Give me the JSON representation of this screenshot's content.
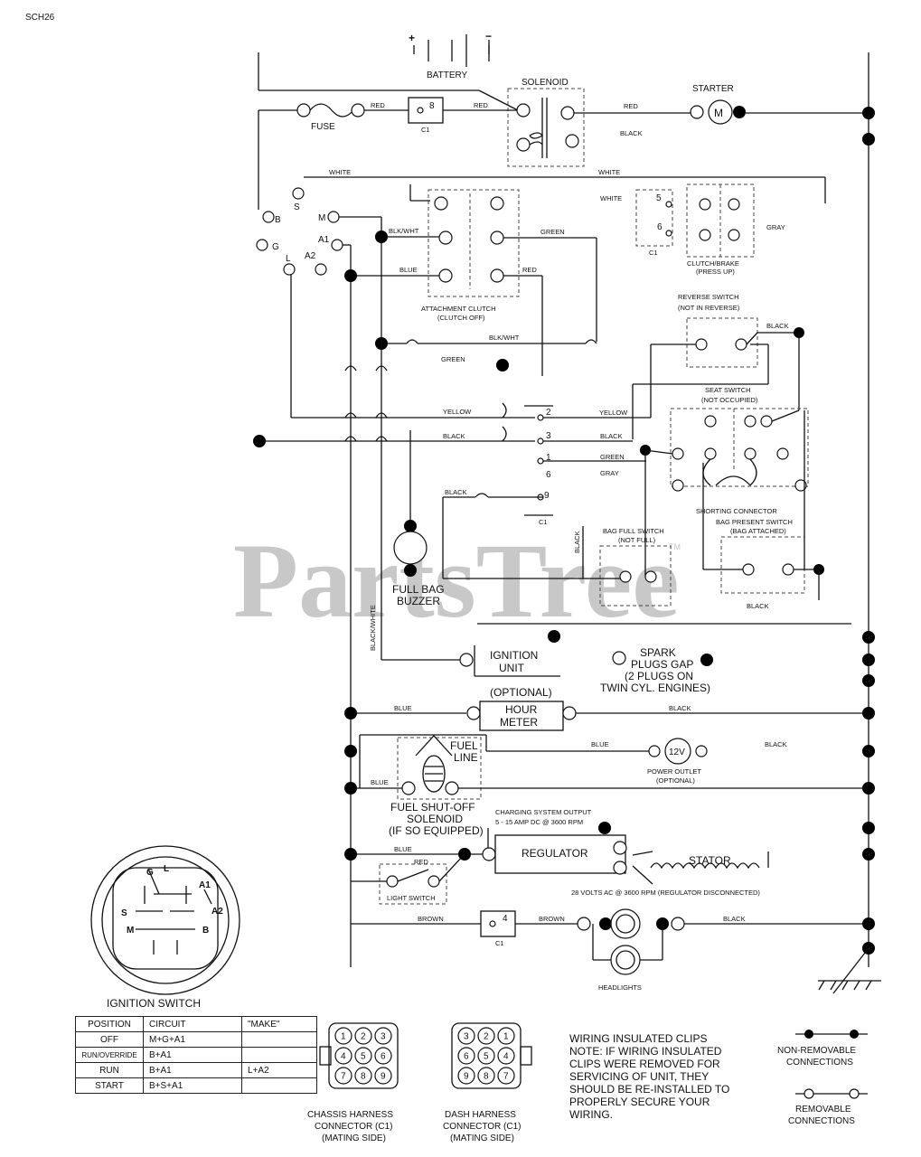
{
  "page_code": "SCH26",
  "watermark": "PartsTree",
  "trademark": "TM",
  "components": {
    "battery": "BATTERY",
    "battery_plus": "+",
    "battery_minus": "−",
    "solenoid": "SOLENOID",
    "starter": "STARTER",
    "starter_m": "M",
    "fuse": "FUSE",
    "clutch_brake": "CLUTCH/BRAKE",
    "clutch_brake_sub": "(PRESS UP)",
    "attachment_clutch": "ATTACHMENT CLUTCH",
    "attachment_clutch_sub": "(CLUTCH OFF)",
    "reverse_switch": "REVERSE SWITCH",
    "reverse_switch_sub": "(NOT IN REVERSE)",
    "seat_switch": "SEAT SWITCH",
    "seat_switch_sub": "(NOT OCCUPIED)",
    "shorting_connector": "SHORTING CONNECTOR",
    "bag_full_switch": "BAG FULL SWITCH",
    "bag_full_switch_sub": "(NOT FULL)",
    "bag_present_switch": "BAG PRESENT SWITCH",
    "bag_present_switch_sub": "(BAG ATTACHED)",
    "full_bag_buzzer": "FULL BAG",
    "full_bag_buzzer2": "BUZZER",
    "ignition_unit": "IGNITION",
    "ignition_unit2": "UNIT",
    "spark_gap": [
      "SPARK",
      "PLUGS GAP",
      "(2 PLUGS ON",
      "TWIN CYL. ENGINES)"
    ],
    "optional": "(OPTIONAL)",
    "hour_meter": "HOUR",
    "hour_meter2": "METER",
    "fuel_line": "FUEL",
    "fuel_line2": "LINE",
    "power_outlet_12v": "12V",
    "power_outlet": "POWER OUTLET",
    "power_outlet_sub": "(OPTIONAL)",
    "fuel_solenoid": [
      "FUEL SHUT-OFF",
      "SOLENOID",
      "(IF SO EQUIPPED)"
    ],
    "charging_output": "CHARGING SYSTEM OUTPUT",
    "charging_output_sub": "5 - 15 AMP DC @ 3600 RPM",
    "regulator": "REGULATOR",
    "stator": "STATOR",
    "stator_volts": "28 VOLTS AC @ 3600 RPM (REGULATOR DISCONNECTED)",
    "light_switch": "LIGHT SWITCH",
    "headlights": "HEADLIGHTS",
    "c1": "C1"
  },
  "ign_terminals": [
    "S",
    "B",
    "M",
    "G",
    "A1",
    "L",
    "A2"
  ],
  "pins": {
    "p8": "8",
    "p5": "5",
    "p6": "6",
    "p2": "2",
    "p3": "3",
    "p1": "1",
    "p6b": "6",
    "p9": "9",
    "p4": "4"
  },
  "wires": {
    "red1": "RED",
    "red2": "RED",
    "red3": "RED",
    "red4": "RED",
    "black1": "BLACK",
    "black2": "BLACK",
    "black3": "BLACK",
    "black4": "BLACK",
    "black5": "BLACK",
    "black6": "BLACK",
    "black7": "BLACK",
    "black8": "BLACK",
    "black9": "BLACK",
    "black10": "BLACK",
    "white1": "WHITE",
    "white2": "WHITE",
    "white3": "WHITE",
    "blkwht1": "BLK/WHT",
    "blkwht2": "BLK/WHT",
    "blackwhite": "BLACK/WHITE",
    "green1": "GREEN",
    "green2": "GREEN",
    "green3": "GREEN",
    "blue1": "BLUE",
    "blue2": "BLUE",
    "blue3": "BLUE",
    "blue4": "BLUE",
    "blue5": "BLUE",
    "yellow1": "YELLOW",
    "yellow2": "YELLOW",
    "gray1": "GRAY",
    "gray2": "GRAY",
    "brown1": "BROWN",
    "brown2": "BROWN",
    "black_rot": "BLACK"
  },
  "ignition_switch": {
    "title": "IGNITION SWITCH",
    "face_labels": [
      "G",
      "L",
      "A1",
      "A2",
      "S",
      "M",
      "B"
    ],
    "table_headers": [
      "POSITION",
      "CIRCUIT",
      "\"MAKE\""
    ],
    "rows": [
      [
        "OFF",
        "M+G+A1",
        ""
      ],
      [
        "RUN/OVERRIDE",
        "B+A1",
        ""
      ],
      [
        "RUN",
        "B+A1",
        "L+A2"
      ],
      [
        "START",
        "B+S+A1",
        ""
      ]
    ]
  },
  "chassis_connector": {
    "caption": [
      "CHASSIS HARNESS",
      "CONNECTOR (C1)",
      "(MATING SIDE)"
    ],
    "pins": [
      "1",
      "2",
      "3",
      "4",
      "5",
      "6",
      "7",
      "8",
      "9"
    ]
  },
  "dash_connector": {
    "caption": [
      "DASH HARNESS",
      "CONNECTOR (C1)",
      "(MATING SIDE)"
    ],
    "pins": [
      "3",
      "2",
      "1",
      "6",
      "5",
      "4",
      "9",
      "8",
      "7"
    ]
  },
  "note": [
    "WIRING INSULATED CLIPS",
    "NOTE: IF WIRING INSULATED",
    "CLIPS WERE REMOVED FOR",
    "SERVICING OF UNIT, THEY",
    "SHOULD BE RE-INSTALLED TO",
    "PROPERLY SECURE YOUR",
    "WIRING."
  ],
  "legend": {
    "nonremovable": [
      "NON-REMOVABLE",
      "CONNECTIONS"
    ],
    "removable": [
      "REMOVABLE",
      "CONNECTIONS"
    ]
  }
}
